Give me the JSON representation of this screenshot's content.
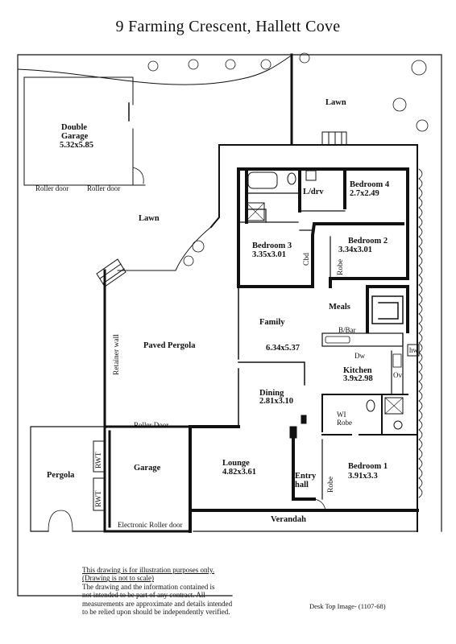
{
  "title": "9 Farming Crescent,  Hallett Cove",
  "rooms": {
    "double_garage_name": "Double",
    "double_garage_name2": "Garage",
    "double_garage_dims": "5.32x5.85",
    "roller_door_1": "Roller door",
    "roller_door_2": "Roller door",
    "lawn_top": "Lawn",
    "lawn_mid": "Lawn",
    "bedroom4_name": "Bedroom 4",
    "bedroom4_dims": "2.7x2.49",
    "ldrv": "L/drv",
    "bedroom3_name": "Bedroom 3",
    "bedroom3_dims": "3.35x3.01",
    "cbd": "Cbd",
    "bedroom2_name": "Bedroom 2",
    "bedroom2_dims": "3.34x3.01",
    "robe_b2": "Robe",
    "meals": "Meals",
    "family_name": "Family",
    "family_dims": "6.34x5.37",
    "bbar": "B/Bar",
    "dw": "Dw",
    "hw": "hw",
    "kitchen_name": "Kitchen",
    "kitchen_dims": "3.9x2.98",
    "ov": "Ov",
    "paved_pergola": "Paved Pergola",
    "retainer_wall": "Retainer wall",
    "dining_name": "Dining",
    "dining_dims": "2.81x3.10",
    "wi_robe_1": "WI",
    "wi_robe_2": "Robe",
    "roller_door_3": "Roller Door",
    "rwt_1": "RWT",
    "rwt_2": "RWT",
    "pergola": "Pergola",
    "garage": "Garage",
    "lounge_name": "Lounge",
    "lounge_dims": "4.82x3.61",
    "entry_1": "Entry",
    "entry_2": "hall",
    "robe_b1": "Robe",
    "bedroom1_name": "Bedroom 1",
    "bedroom1_dims": "3.91x3.3",
    "electronic_roller_door": "Electronic Roller door",
    "verandah": "Verandah"
  },
  "disclaimer": {
    "line1": "This drawing is for illustration purposes only.",
    "line2": "(Drawing is not to scale)",
    "line3": "The drawing and the information contained is",
    "line4": "not intended to be part of any contract.  All",
    "line5": "measurements are approximate and details intended",
    "line6": "to be relied upon should be independently verified."
  },
  "credit": "Desk Top Image-  (1107-68)"
}
